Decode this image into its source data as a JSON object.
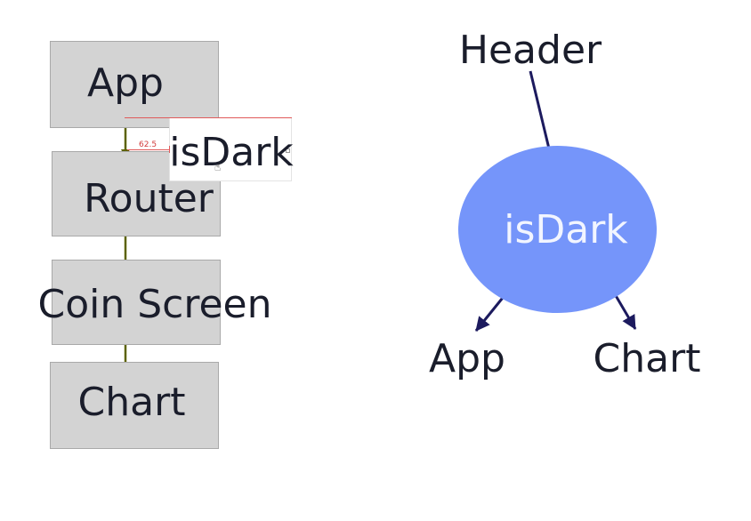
{
  "left_diagram": {
    "nodes": [
      "App",
      "Router",
      "Coin Screen",
      "Chart"
    ],
    "overlay_label": "isDark",
    "measure_value": "62.5"
  },
  "right_diagram": {
    "source": "Header",
    "state": "isDark",
    "consumers": [
      "App",
      "Chart"
    ]
  },
  "colors": {
    "box_fill": "#d3d3d3",
    "box_border": "#a9a9a9",
    "left_arrow": "#5c6200",
    "right_arrow": "#1c1a5e",
    "ellipse_fill": "#7595fa",
    "ellipse_text": "#f2f5ff",
    "text": "#1a1d2b",
    "guide_line": "#e05a5a"
  },
  "icons": {
    "cursor": "hand-pointer-icon"
  }
}
